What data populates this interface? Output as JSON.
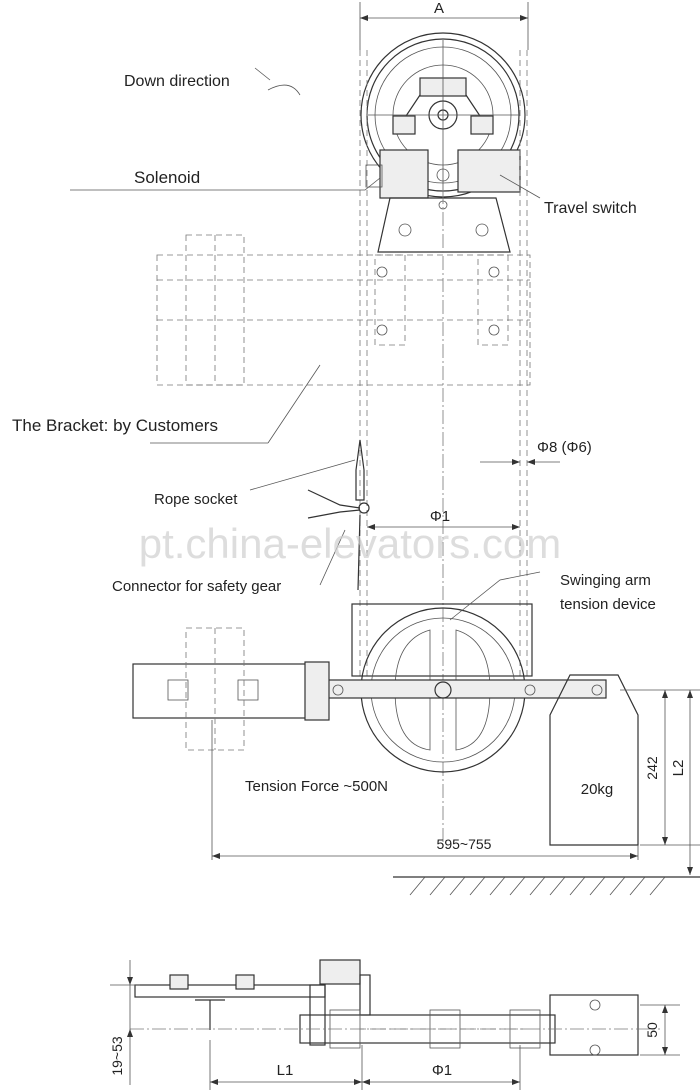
{
  "labels": {
    "dim_a": "A",
    "down_direction": "Down direction",
    "solenoid": "Solenoid",
    "travel_switch": "Travel switch",
    "bracket": "The Bracket: by Customers",
    "rope_diameter": "Φ8 (Φ6)",
    "rope_socket": "Rope socket",
    "phi1_top": "Φ1",
    "connector": "Connector for safety gear",
    "swinging_arm_1": "Swinging arm",
    "swinging_arm_2": "tension device",
    "tension_force": "Tension Force ~500N",
    "weight": "20kg",
    "dim_242": "242",
    "dim_l2": "L2",
    "dim_595_755": "595~755",
    "dim_19_53": "19~53",
    "dim_l1": "L1",
    "phi1_bottom": "Φ1",
    "dim_50": "50",
    "watermark": "pt.china-elevators.com"
  }
}
